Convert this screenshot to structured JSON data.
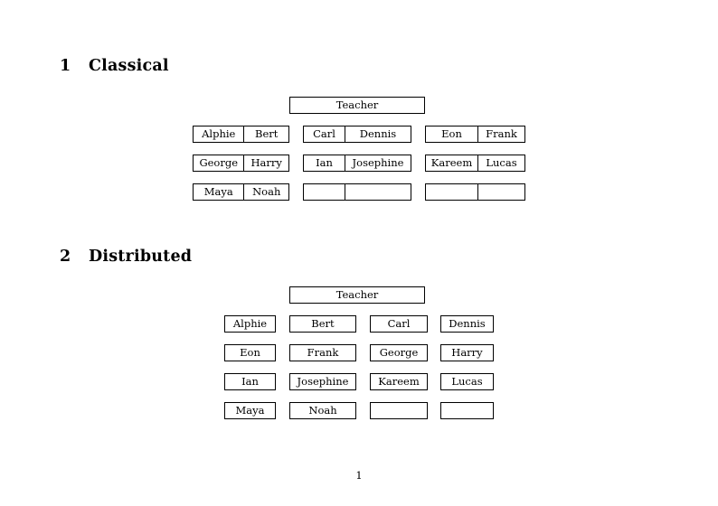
{
  "document": {
    "page_number": "1"
  },
  "sections": [
    {
      "number": "1",
      "title": "Classical",
      "teacher": {
        "label": "Teacher"
      },
      "groups": [
        {
          "name": "left-group",
          "rows": [
            {
              "left": "Alphie",
              "right": "Bert"
            },
            {
              "left": "George",
              "right": "Harry"
            },
            {
              "left": "Maya",
              "right": "Noah"
            }
          ]
        },
        {
          "name": "middle-group",
          "rows": [
            {
              "left": "Carl",
              "right": "Dennis"
            },
            {
              "left": "Ian",
              "right": "Josephine"
            },
            {
              "left": "",
              "right": ""
            }
          ]
        },
        {
          "name": "right-group",
          "rows": [
            {
              "left": "Eon",
              "right": "Frank"
            },
            {
              "left": "Kareem",
              "right": "Lucas"
            },
            {
              "left": "",
              "right": ""
            }
          ]
        }
      ]
    },
    {
      "number": "2",
      "title": "Distributed",
      "teacher": {
        "label": "Teacher"
      },
      "rows": [
        {
          "c1": "Alphie",
          "c2": "Bert",
          "c3": "Carl",
          "c4": "Dennis"
        },
        {
          "c1": "Eon",
          "c2": "Frank",
          "c3": "George",
          "c4": "Harry"
        },
        {
          "c1": "Ian",
          "c2": "Josephine",
          "c3": "Kareem",
          "c4": "Lucas"
        },
        {
          "c1": "Maya",
          "c2": "Noah",
          "c3": "",
          "c4": ""
        }
      ]
    }
  ]
}
